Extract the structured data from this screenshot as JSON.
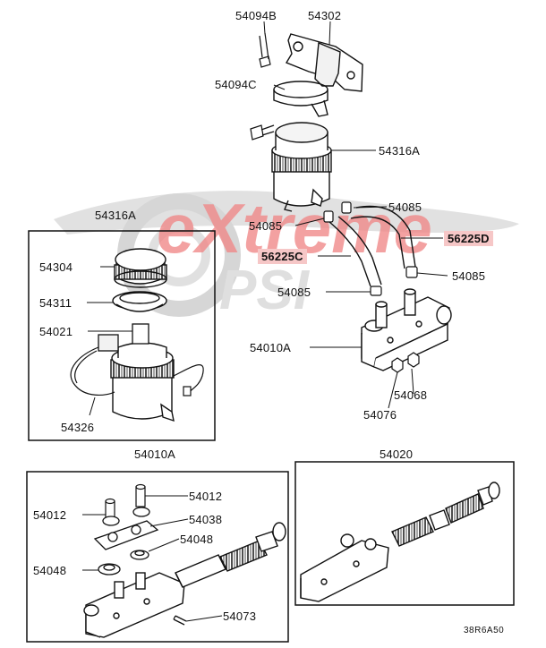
{
  "watermark": {
    "brand": "eXtreme",
    "sub": "PSI",
    "colors": {
      "red": "#e42a2a",
      "gray": "#9a9a9a"
    }
  },
  "labels": {
    "p54094B": "54094B",
    "p54302": "54302",
    "p54094C": "54094C",
    "p54316A_top": "54316A",
    "p54085_a": "54085",
    "p54085_b": "54085",
    "p56225D": "56225D",
    "p56225C": "56225C",
    "p54085_c": "54085",
    "p54085_d": "54085",
    "p54010A_main": "54010A",
    "p54068": "54068",
    "p54076": "54076",
    "p54316A_box": "54316A",
    "p54304": "54304",
    "p54311": "54311",
    "p54021": "54021",
    "p54326": "54326",
    "p54010A_box": "54010A",
    "p54012_a": "54012",
    "p54012_b": "54012",
    "p54038": "54038",
    "p54048_a": "54048",
    "p54048_b": "54048",
    "p54073": "54073",
    "p54020": "54020",
    "code": "38R6A50"
  },
  "highlight_color": "#f6c7c7"
}
